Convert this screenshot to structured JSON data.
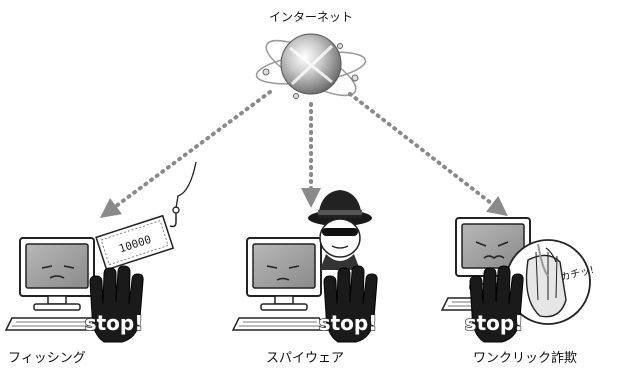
{
  "internet": {
    "label": "インターネット"
  },
  "threats": [
    {
      "label": "フィッシング",
      "stop_text": "stop!",
      "bill_text": "10000"
    },
    {
      "label": "スパイウェア",
      "stop_text": "stop!"
    },
    {
      "label": "ワンクリック詐欺",
      "stop_text": "stop!",
      "click_text": "カチッ!"
    }
  ],
  "colors": {
    "line": "#8a8a8a",
    "ink": "#222222",
    "screen": "#9a9a9a",
    "globe": "#b9b9b9"
  },
  "icons": [
    "globe-icon",
    "computer-icon",
    "stop-hand-icon",
    "fishing-hook-icon",
    "banknote-icon",
    "spy-icon",
    "mouse-click-icon"
  ]
}
